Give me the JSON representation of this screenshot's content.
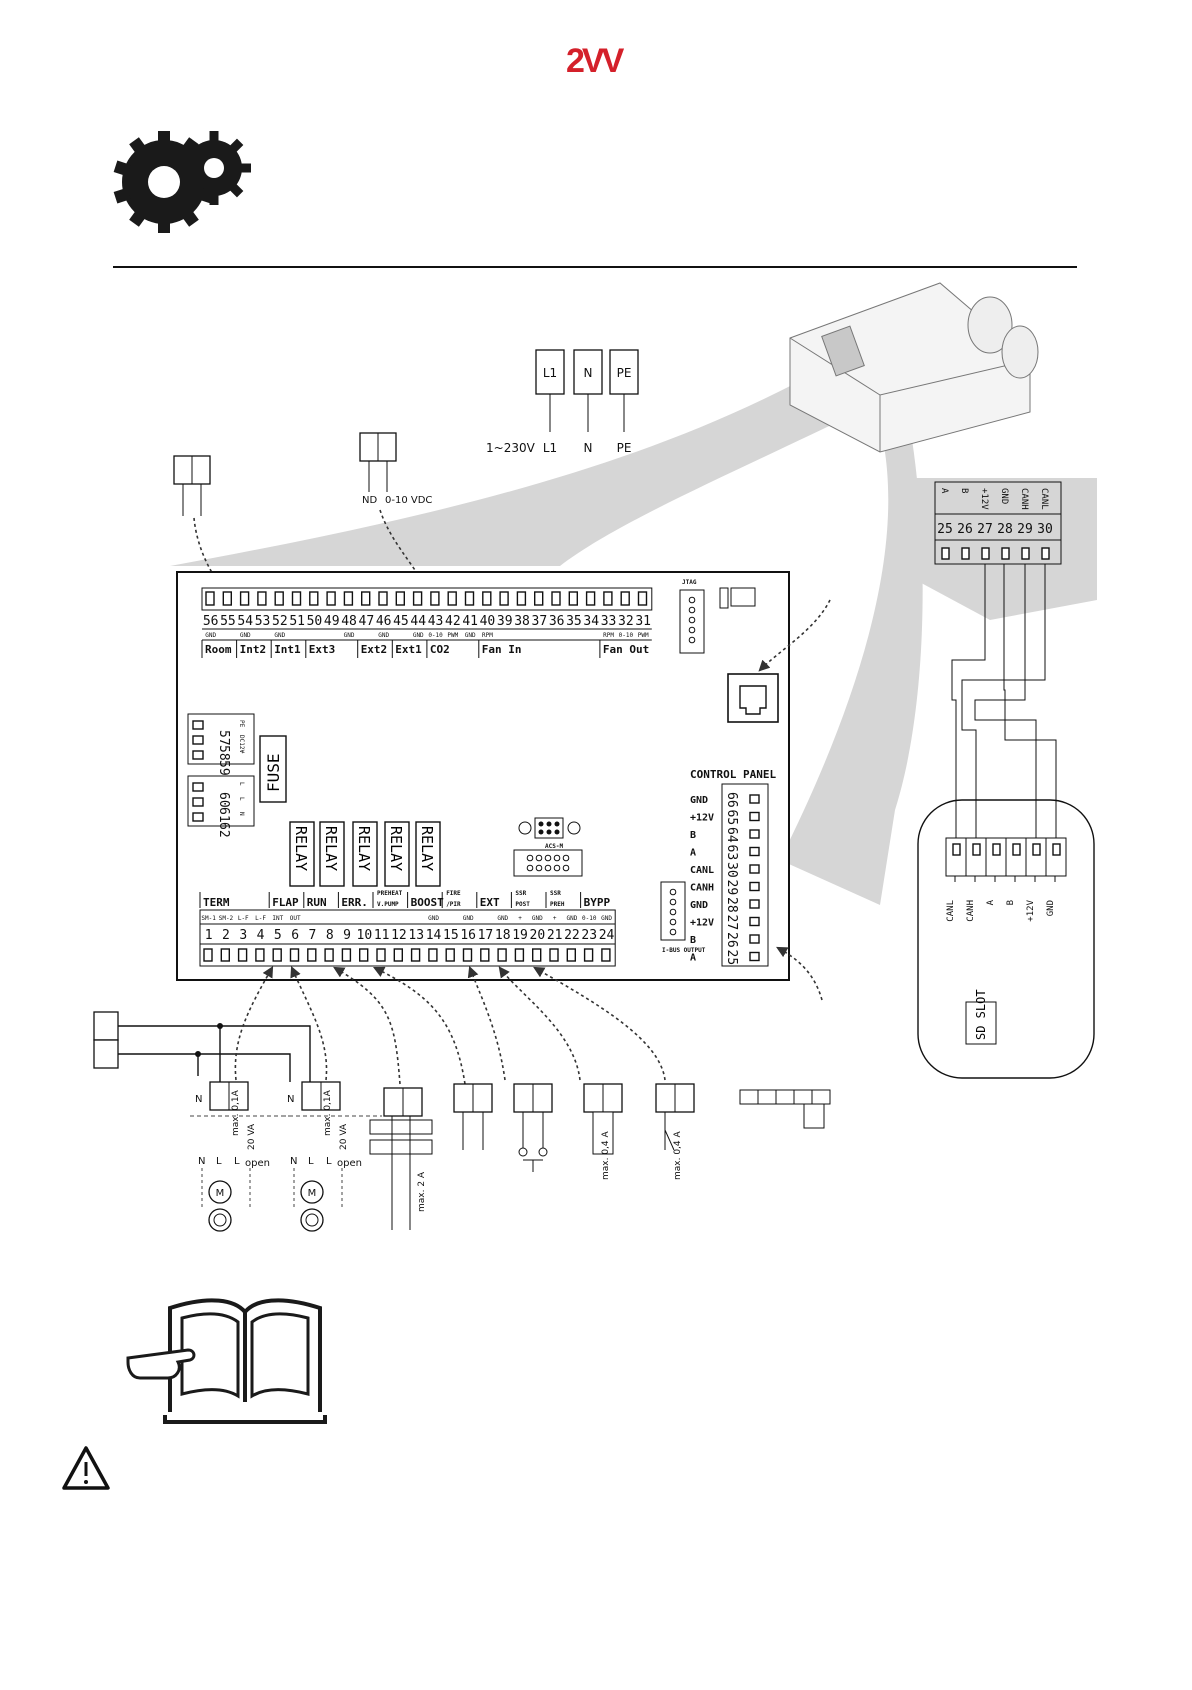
{
  "brand": {
    "logo_text": "2VV",
    "color_red": "#d4202a",
    "color_blue": "#2b6fb6"
  },
  "power": {
    "terminals": [
      "L1",
      "N",
      "PE"
    ],
    "supply_label": "1~230V",
    "wire_labels": [
      "L1",
      "N",
      "PE"
    ]
  },
  "co2_sensor": {
    "labels": [
      "ND",
      "0-10 VDC"
    ]
  },
  "board": {
    "top_numbers": [
      "56",
      "55",
      "54",
      "53",
      "52",
      "51",
      "50",
      "49",
      "48",
      "47",
      "46",
      "45",
      "44",
      "43",
      "42",
      "41",
      "40",
      "39",
      "38",
      "37",
      "36",
      "35",
      "34",
      "33",
      "32",
      "31"
    ],
    "top_sub": [
      "GND",
      "",
      "GND",
      "",
      "GND",
      "",
      "",
      "",
      "GND",
      "",
      "GND",
      "",
      "GND",
      "0-10",
      "PWM",
      "GND",
      "RPM",
      "",
      "",
      "",
      "",
      "",
      "",
      "RPM",
      "0-10",
      "PWM"
    ],
    "top_groups": [
      "Room",
      "Int2",
      "Int1",
      "Ext3",
      "Ext2",
      "Ext1",
      "CO2",
      "Fan In",
      "Fan Out"
    ],
    "jtag": "JTAG",
    "fuse": "FUSE",
    "left_top_numbers": [
      "57",
      "58",
      "59"
    ],
    "left_top_labels": [
      "PE",
      "DC12V",
      "+"
    ],
    "left_bottom_numbers": [
      "60",
      "61",
      "62"
    ],
    "left_bottom_labels": [
      "L",
      "L",
      "N"
    ],
    "relays": [
      "RELAY",
      "RELAY",
      "RELAY",
      "RELAY",
      "RELAY"
    ],
    "acs": "ACS-M",
    "control_panel_title": "CONTROL PANEL",
    "control_panel_labels": [
      "GND",
      "+12V",
      "B",
      "A",
      "CANL",
      "CANH",
      "GND",
      "+12V",
      "B",
      "A"
    ],
    "control_panel_numbers": [
      "66",
      "65",
      "64",
      "63",
      "30",
      "29",
      "28",
      "27",
      "26",
      "25"
    ],
    "ibus": "I-BUS OUTPUT",
    "bottom_groups": [
      "TERM",
      "FLAP",
      "RUN",
      "ERR.",
      "PREHEAT V.PUMP",
      "BOOST",
      "FIRE /PIR",
      "EXT",
      "SSR POST",
      "SSR PREH",
      "BYPP"
    ],
    "bottom_numbers": [
      "1",
      "2",
      "3",
      "4",
      "5",
      "6",
      "7",
      "8",
      "9",
      "10",
      "11",
      "12",
      "13",
      "14",
      "15",
      "16",
      "17",
      "18",
      "19",
      "20",
      "21",
      "22",
      "23",
      "24"
    ],
    "bottom_sub": [
      "SM-1",
      "SM-2",
      "L-F",
      "L-F",
      "INT",
      "OUT",
      "",
      "",
      "",
      "",
      "",
      "",
      "",
      "GND",
      "",
      "GND",
      "",
      "GND",
      "+",
      "GND",
      "+",
      "GND",
      "0-10",
      "GND"
    ]
  },
  "can_block": {
    "labels": [
      "A",
      "B",
      "+12V",
      "GND",
      "CANH",
      "CANL"
    ],
    "numbers": [
      "25",
      "26",
      "27",
      "28",
      "29",
      "30"
    ]
  },
  "panel": {
    "labels": [
      "CANL",
      "CANH",
      "A",
      "B",
      "+12V",
      "GND"
    ],
    "sd": "SD SLOT"
  },
  "actuators": {
    "n": "N",
    "rating_a": "max. 0,1A",
    "rating_b": "20 VA",
    "nle": [
      "N",
      "L",
      "L"
    ],
    "open": "open",
    "motor": "M",
    "pump_max": "max. 2 A",
    "ssr_max": "max. 0,4 A"
  }
}
